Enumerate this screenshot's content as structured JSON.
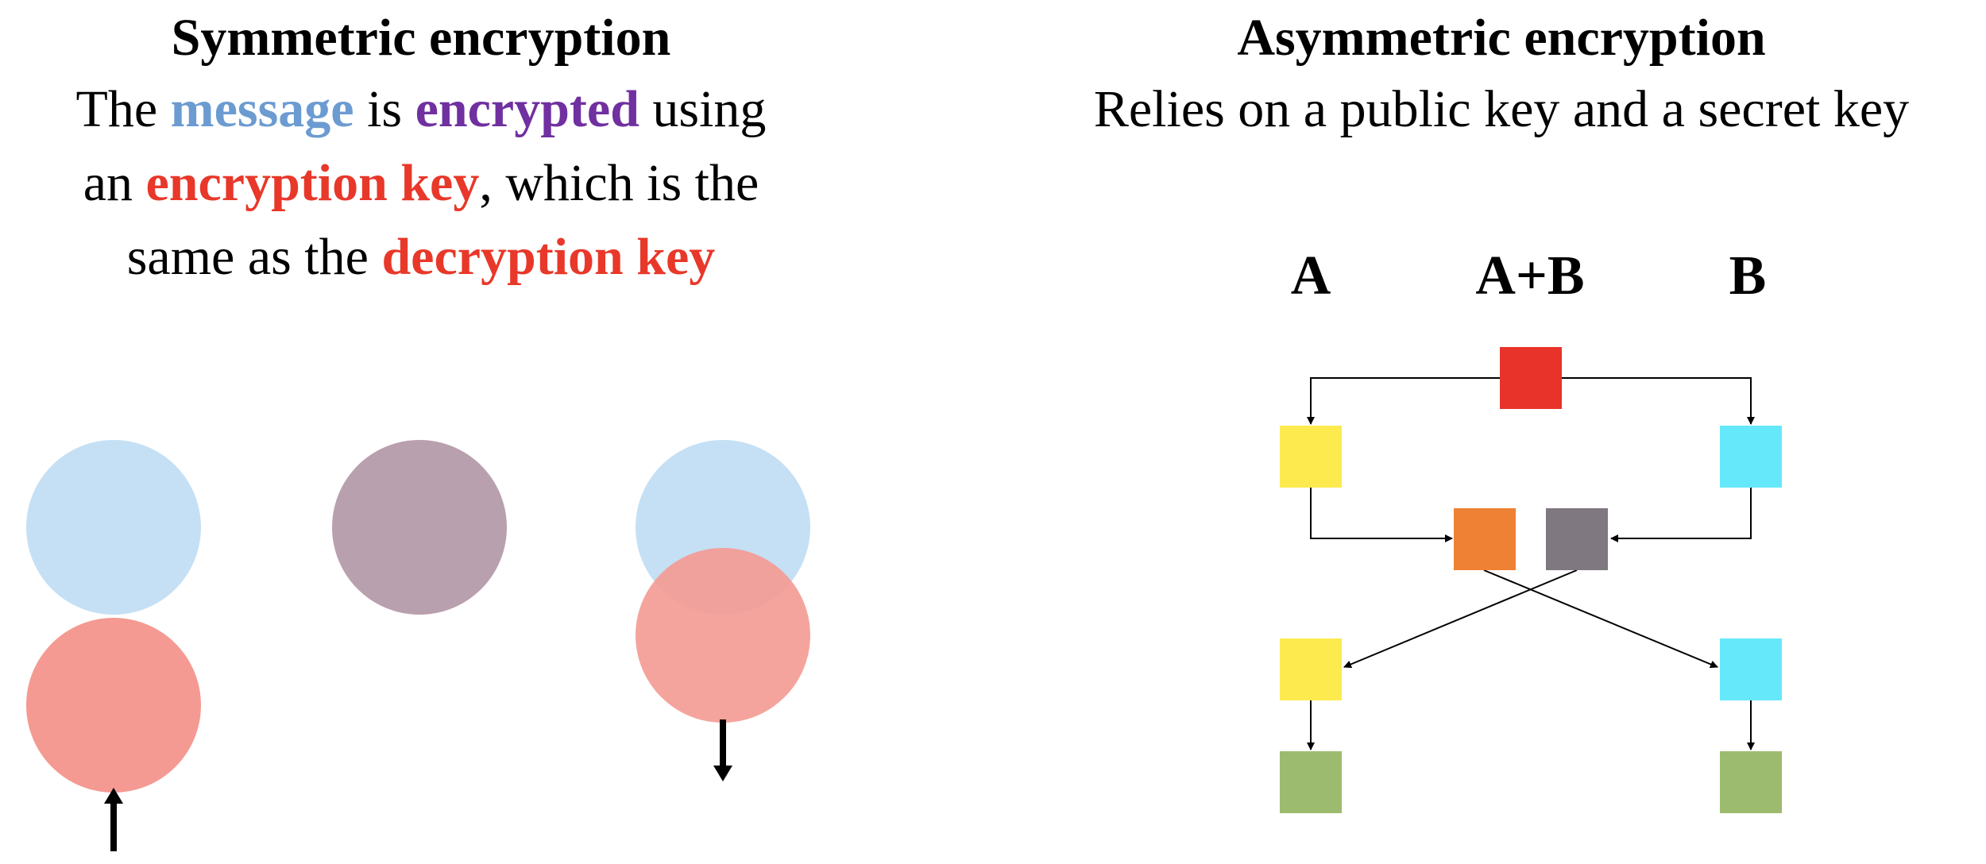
{
  "left": {
    "title": "Symmetric encryption",
    "desc": {
      "l1a": "The ",
      "message": "message",
      "l1b": " is ",
      "encrypted": "encrypted",
      "l1c": " using",
      "l2a": "an ",
      "encryption_key": "encryption key",
      "l2b": ", which is the",
      "l3a": "same as the ",
      "decryption_key": "decryption key"
    },
    "colors": {
      "message": "#6b9bd1",
      "encrypted": "#7030a0",
      "key": "#e8382a",
      "circle_blue": "#c5e0f5",
      "circle_purple": "#b9a0ae",
      "circle_red": "#f49a92"
    }
  },
  "right": {
    "title": "Asymmetric encryption",
    "subtitle": "Relies on a public key and a secret key",
    "labels": {
      "a": "A",
      "ab": "A+B",
      "b": "B"
    },
    "colors": {
      "red": "#e8332a",
      "yellow": "#fdea4f",
      "cyan": "#66e8fb",
      "orange": "#ee8133",
      "gray": "#807880",
      "green": "#9dbb6e"
    }
  }
}
